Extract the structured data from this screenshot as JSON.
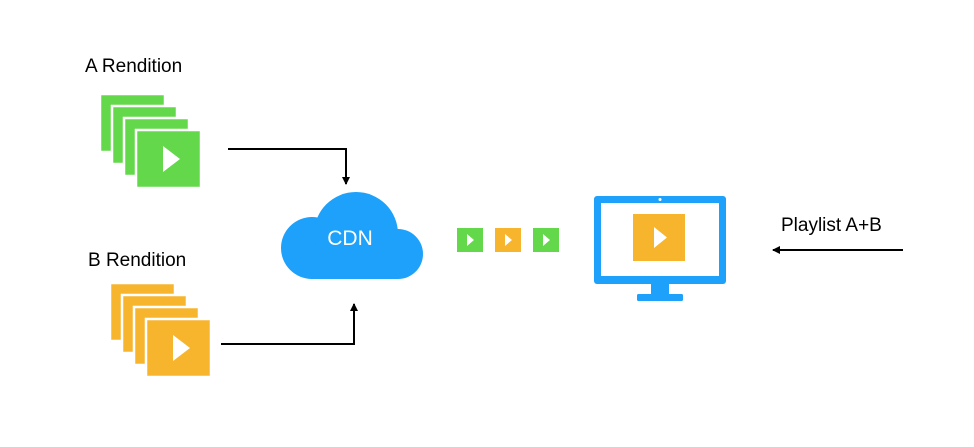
{
  "labels": {
    "a_rendition": "A Rendition",
    "b_rendition": "B Rendition",
    "cdn": "CDN",
    "playlist": "Playlist A+B"
  },
  "colors": {
    "rendition_a": "#62D84A",
    "rendition_b": "#F7B52D",
    "cdn_cloud": "#1DA1FB",
    "monitor": "#1DA1FB",
    "arrow": "#000000"
  },
  "icons": {
    "a_stack": "video-file-stack-icon",
    "b_stack": "video-file-stack-icon",
    "cdn": "cloud-icon",
    "segments": "video-segment-icon",
    "player": "monitor-icon",
    "play": "play-icon"
  },
  "stream_segments": [
    "A",
    "B",
    "A"
  ]
}
